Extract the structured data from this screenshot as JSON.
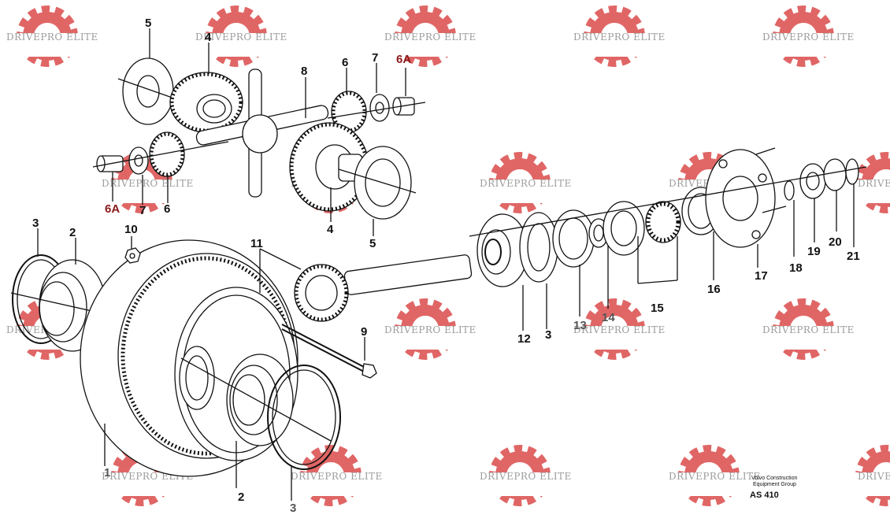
{
  "watermark": {
    "text": "DRIVEPRO ELITE",
    "color": "#e06666",
    "text_color": "#9c9c9c"
  },
  "part_labels": {
    "p5_top": "5",
    "p4_top": "4",
    "p8": "8",
    "p6_right": "6",
    "p7_right": "7",
    "p6A_right": "6A",
    "p6A_left": "6A",
    "p7_left": "7",
    "p6_left": "6",
    "p4_bottom": "4",
    "p5_bottom": "5",
    "p3_left": "3",
    "p2_left": "2",
    "p10": "10",
    "p11": "11",
    "p9": "9",
    "p1": "1",
    "p2_bottom": "2",
    "p3_bottom": "3",
    "p12": "12",
    "p3_right": "3",
    "p13": "13",
    "p14": "14",
    "p15": "15",
    "p16": "16",
    "p17": "17",
    "p18": "18",
    "p19": "19",
    "p20": "20",
    "p21": "21"
  },
  "credit": {
    "line1": "Volvo Construction",
    "line2": "Equipment Group",
    "code": "AS 410"
  }
}
